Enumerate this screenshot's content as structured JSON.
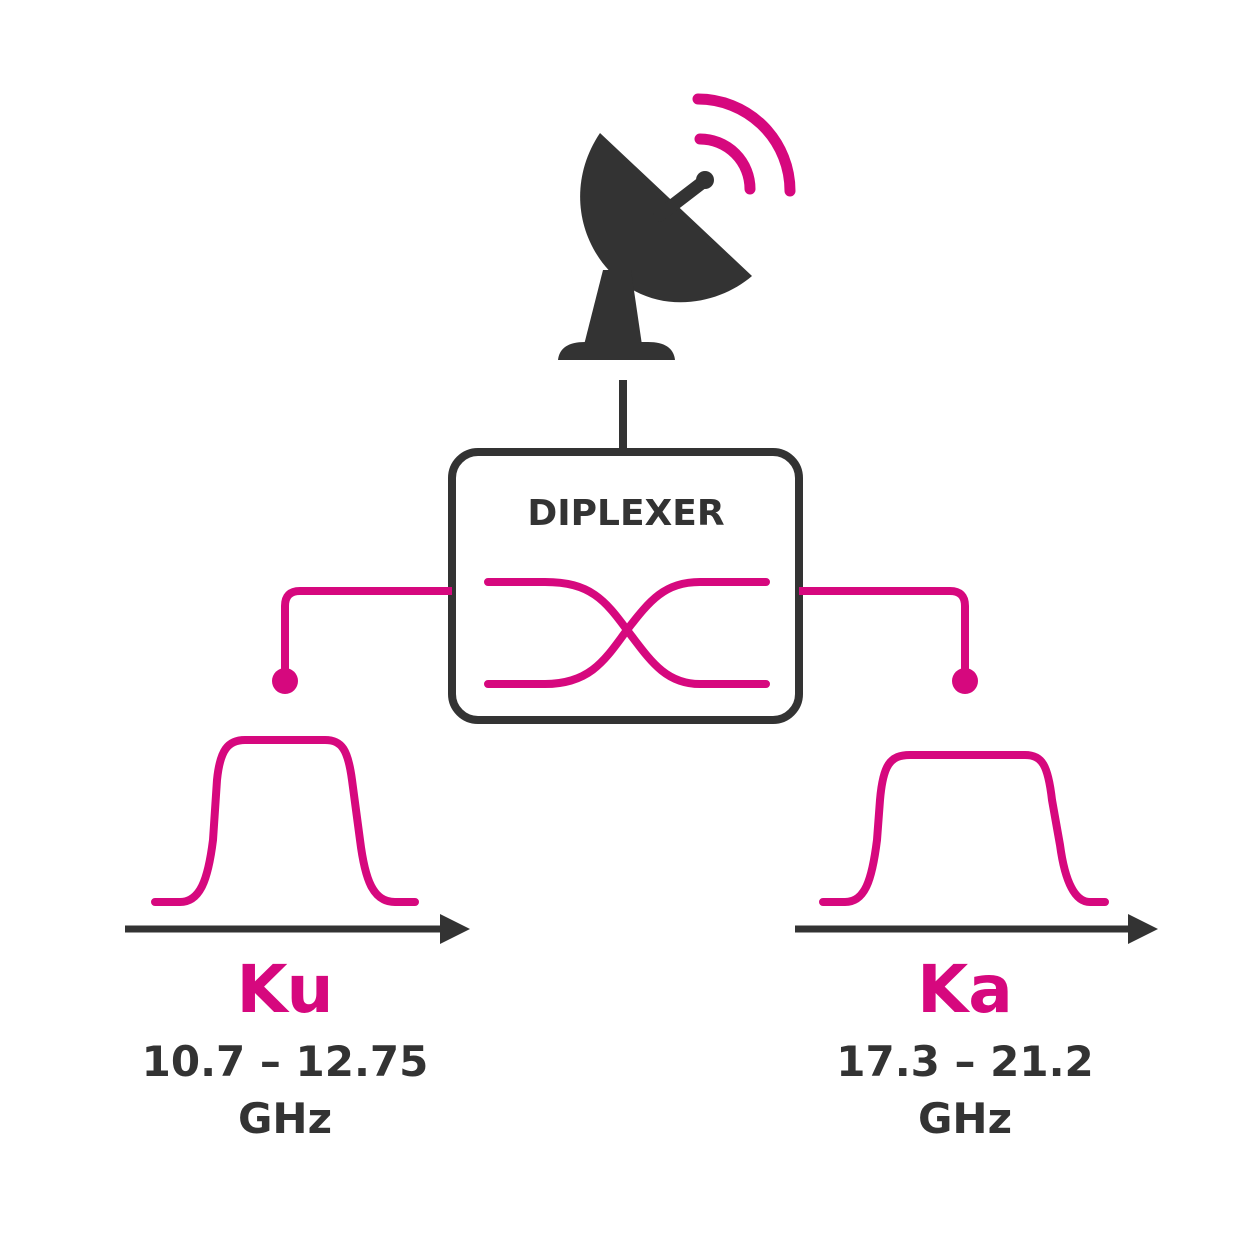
{
  "colors": {
    "accent": "#d6087e",
    "ink": "#333333",
    "background": "#ffffff"
  },
  "icons": {
    "antenna": "satellite-dish-icon",
    "signal": "signal-waves-icon"
  },
  "diplexer": {
    "label": "DIPLEXER"
  },
  "bands": [
    {
      "name": "Ku",
      "range": "10.7 – 12.75",
      "unit": "GHz"
    },
    {
      "name": "Ka",
      "range": "17.3 – 21.2",
      "unit": "GHz"
    }
  ]
}
